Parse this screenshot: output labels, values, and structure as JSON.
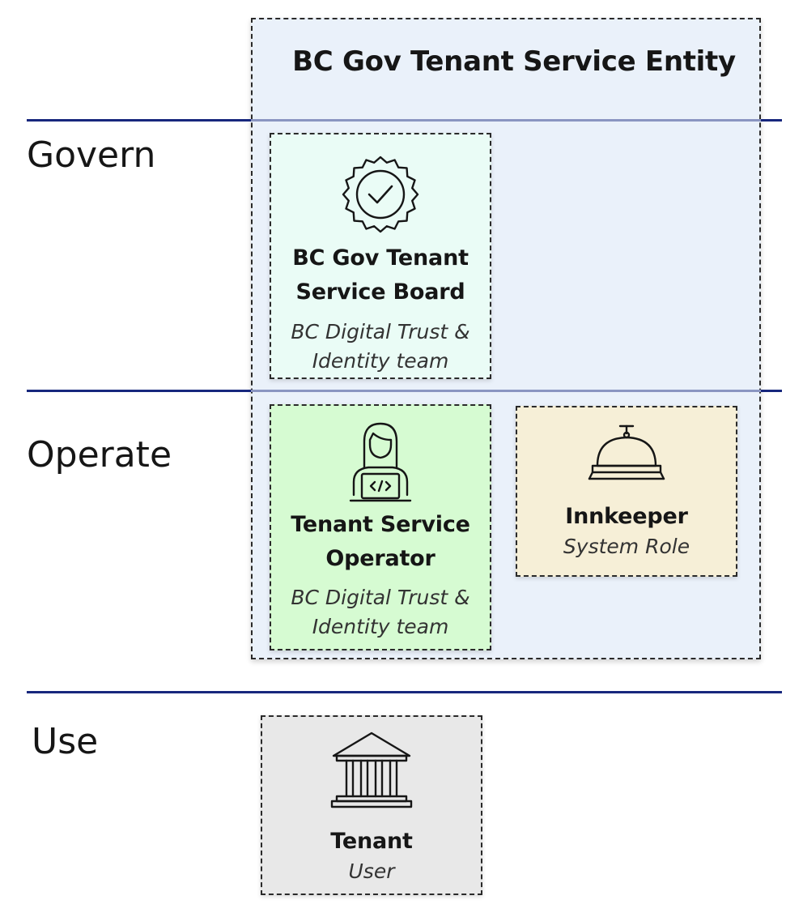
{
  "title": "BC Gov Tenant Service Entity",
  "rows": {
    "govern": "Govern",
    "operate": "Operate",
    "use": "Use"
  },
  "cards": {
    "board": {
      "title_line1": "BC Gov Tenant",
      "title_line2": "Service Board",
      "sub_line1": "BC Digital Trust &",
      "sub_line2": "Identity team",
      "icon": "certified-badge-icon"
    },
    "operator": {
      "title_line1": "Tenant Service",
      "title_line2": "Operator",
      "sub_line1": "BC Digital Trust &",
      "sub_line2": "Identity team",
      "icon": "developer-icon"
    },
    "innkeeper": {
      "title": "Innkeeper",
      "sub": "System Role",
      "icon": "service-bell-icon"
    },
    "tenant": {
      "title": "Tenant",
      "sub": "User",
      "icon": "institution-icon"
    }
  },
  "colors": {
    "entity_bg": "#eaf1fa",
    "board_bg": "#eafcf6",
    "operator_bg": "#d6fbd2",
    "innkeeper_bg": "#f6efd7",
    "tenant_bg": "#e8e8e8",
    "divider": "#17277d"
  }
}
